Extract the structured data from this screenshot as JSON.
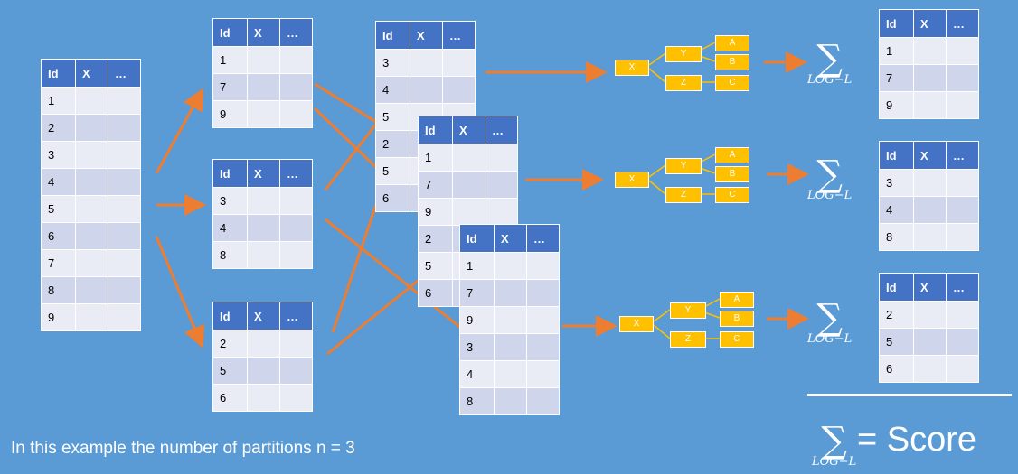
{
  "table_headers": [
    "Id",
    "X",
    "…"
  ],
  "tables": {
    "full": [
      "1",
      "2",
      "3",
      "4",
      "5",
      "6",
      "7",
      "8",
      "9"
    ],
    "p1": [
      "1",
      "7",
      "9"
    ],
    "p2": [
      "3",
      "4",
      "8"
    ],
    "p3": [
      "2",
      "5",
      "6"
    ],
    "s1": [
      "3",
      "4",
      "5",
      "2",
      "5",
      "6"
    ],
    "s2": [
      "1",
      "7",
      "9",
      "2",
      "5",
      "6"
    ],
    "s3": [
      "1",
      "7",
      "9",
      "3",
      "4",
      "8"
    ],
    "r1": [
      "1",
      "7",
      "9"
    ],
    "r2": [
      "3",
      "4",
      "8"
    ],
    "r3": [
      "2",
      "5",
      "6"
    ]
  },
  "tree_nodes": {
    "root": "X",
    "mid_top": "Y",
    "mid_bottom": "Z",
    "leaf_a": "A",
    "leaf_b": "B",
    "leaf_c": "C"
  },
  "sum_symbol": "∑",
  "sum_subscript": "LOG−L",
  "score_label": "= Score",
  "caption": "In this example the number of partitions n = 3",
  "colors": {
    "background": "#5b9bd5",
    "arrow": "#ed7d31",
    "node": "#ffc000",
    "header": "#4472c4"
  }
}
